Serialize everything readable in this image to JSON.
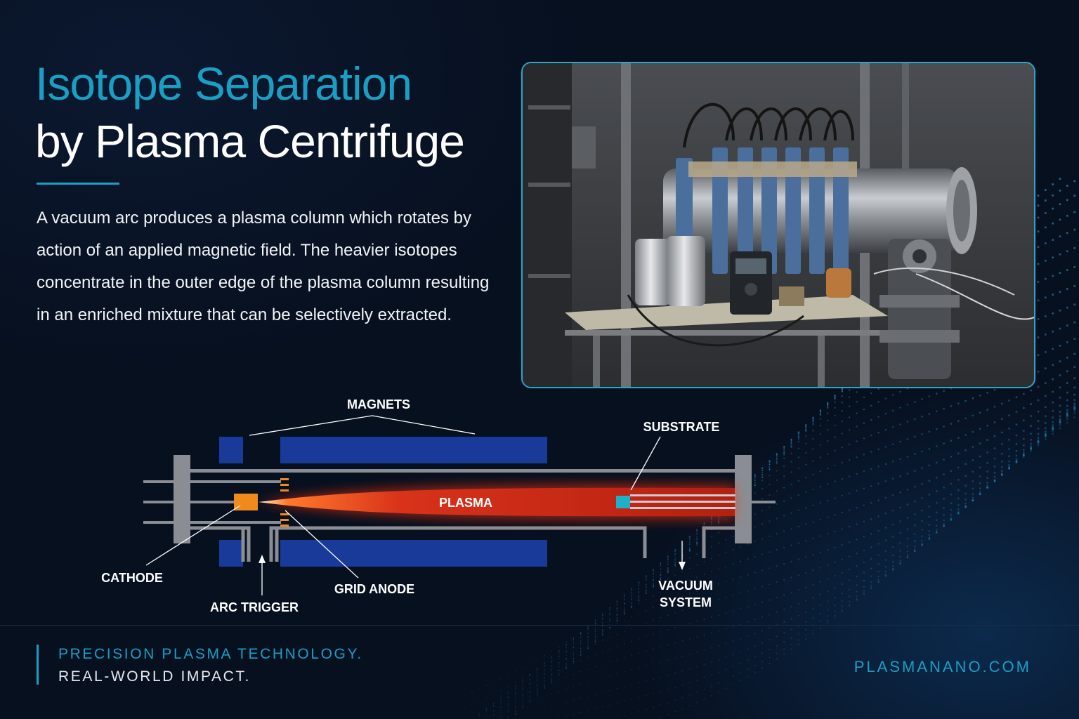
{
  "header": {
    "title_line1": "Isotope Separation",
    "title_line2": "by Plasma Centrifuge",
    "accent_color": "#1a9ec4"
  },
  "intro": {
    "text": "A vacuum arc produces a plasma column which rotates by action of an applied magnetic field. The heavier isotopes concentrate in the outer edge of the plasma column resulting in an enriched mixture that can be selectively extracted."
  },
  "photo": {
    "alt": "Laboratory plasma centrifuge apparatus"
  },
  "diagram": {
    "labels": {
      "magnets": "MAGNETS",
      "substrate": "SUBSTRATE",
      "plasma": "PLASMA",
      "cathode": "CATHODE",
      "grid_anode": "GRID ANODE",
      "arc_trigger": "ARC TRIGGER",
      "vacuum_line1": "VACUUM",
      "vacuum_line2": "SYSTEM"
    },
    "colors": {
      "magnet": "#1a3a9a",
      "plasma": "#d42a10",
      "cathode": "#f08a1c",
      "substrate": "#1fb0c8",
      "chamber": "#8a8e94"
    }
  },
  "footer": {
    "tagline_line1": "PRECISION PLASMA TECHNOLOGY.",
    "tagline_line2": "REAL-WORLD IMPACT.",
    "website": "PLASMANANO.COM"
  }
}
